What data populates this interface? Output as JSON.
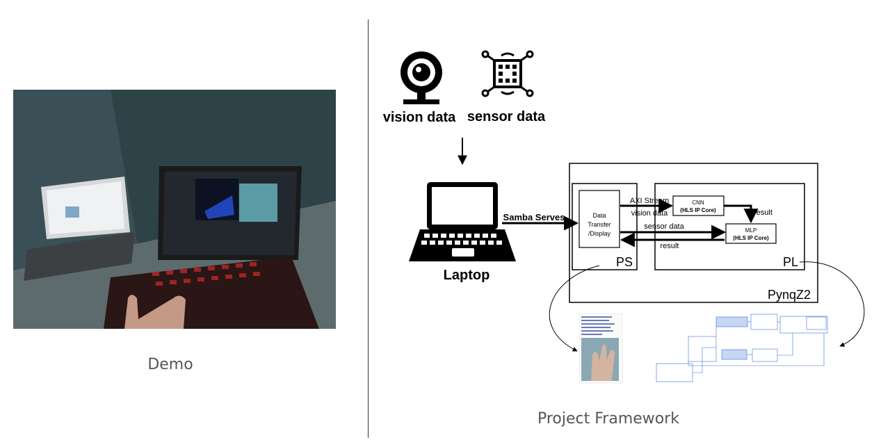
{
  "demo": {
    "caption": "Demo"
  },
  "framework": {
    "caption": "Project Framework",
    "inputs": {
      "vision_label": "vision data",
      "sensor_label": "sensor data"
    },
    "laptop_label": "Laptop",
    "samba_label": "Samba Serves",
    "board_label": "PynqZ2",
    "ps": {
      "label": "PS",
      "block_line1": "Data",
      "block_line2": "Transfer",
      "block_line3": "/Display"
    },
    "pl": {
      "label": "PL",
      "cnn_title": "CNN",
      "cnn_sub": "(HLS IP Core)",
      "mlp_title": "MLP",
      "mlp_sub": "(HLS IP Core)"
    },
    "arrows": {
      "axi_line1": "AXI Stream",
      "axi_line2": "vision data",
      "sensor_data": "sensor data",
      "result_cnn": "result",
      "result_mlp": "result"
    }
  },
  "icons": {
    "webcam": "webcam-icon",
    "sensor": "sensor-chip-icon",
    "laptop": "laptop-icon"
  },
  "colors": {
    "ink": "#000000",
    "caption": "#555555",
    "accent_blue": "#3a6fd8"
  }
}
